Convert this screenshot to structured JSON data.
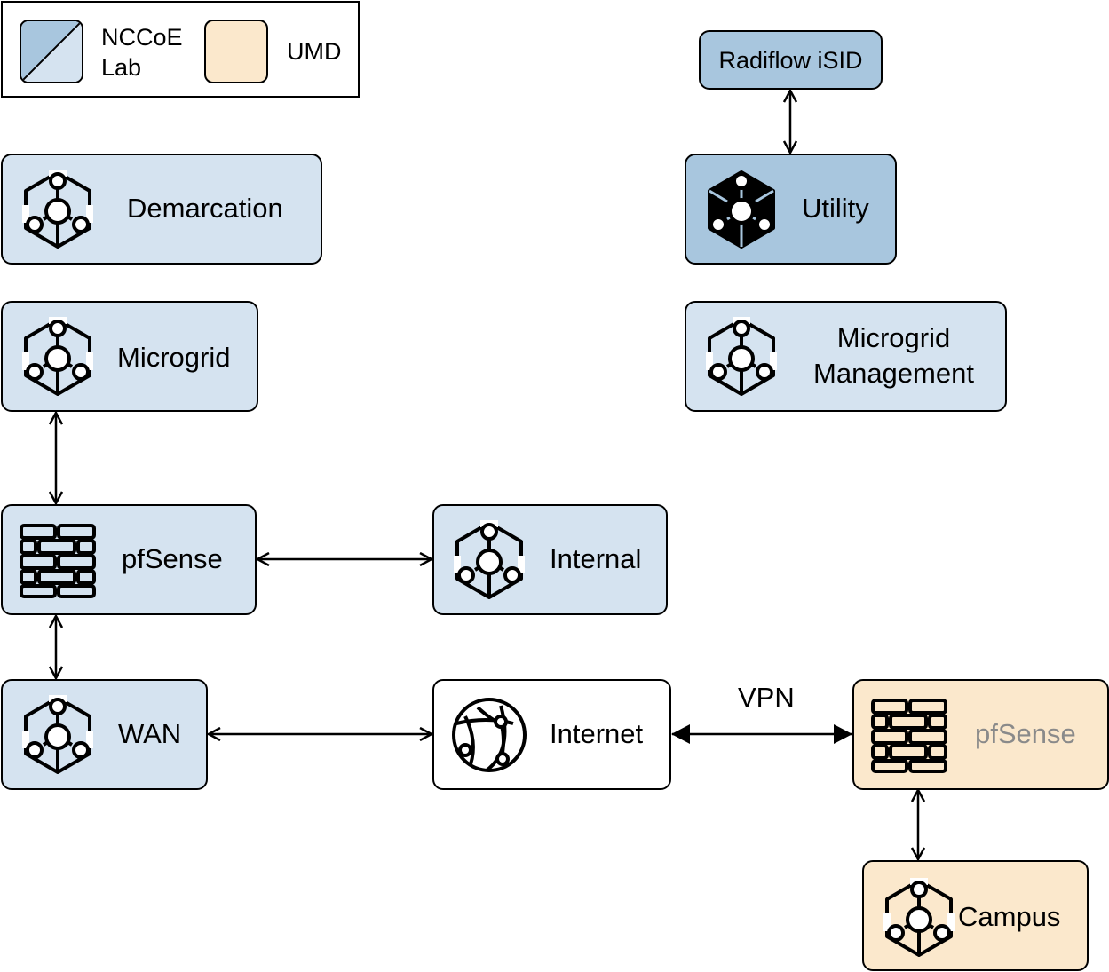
{
  "legend": {
    "items": [
      {
        "label_line1": "NCCoE",
        "label_line2": "Lab",
        "color": "#a8c6de"
      },
      {
        "label": "UMD",
        "color": "#fbe8cc"
      }
    ]
  },
  "nodes": {
    "demarcation": {
      "label": "Demarcation",
      "icon": "network-hub-icon"
    },
    "radiflow": {
      "label": "Radiflow iSID"
    },
    "utility": {
      "label": "Utility",
      "icon": "network-hub-filled-icon"
    },
    "microgrid": {
      "label": "Microgrid",
      "icon": "network-hub-icon"
    },
    "microgrid_mgmt": {
      "label_line1": "Microgrid",
      "label_line2": "Management",
      "icon": "network-hub-icon"
    },
    "pfsense_nccoe": {
      "label": "pfSense",
      "icon": "firewall-icon"
    },
    "internal": {
      "label": "Internal",
      "icon": "network-hub-icon"
    },
    "wan": {
      "label": "WAN",
      "icon": "network-hub-icon"
    },
    "internet": {
      "label": "Internet",
      "icon": "globe-icon"
    },
    "pfsense_umd": {
      "label": "pfSense",
      "icon": "firewall-icon",
      "label_color": "#8a8a8a"
    },
    "campus": {
      "label": "Campus",
      "icon": "network-hub-icon"
    }
  },
  "connections": {
    "vpn_label": "VPN"
  },
  "colors": {
    "nccoe_light": "#d5e3f0",
    "nccoe_dark": "#a8c6de",
    "umd": "#fbe8cc"
  }
}
